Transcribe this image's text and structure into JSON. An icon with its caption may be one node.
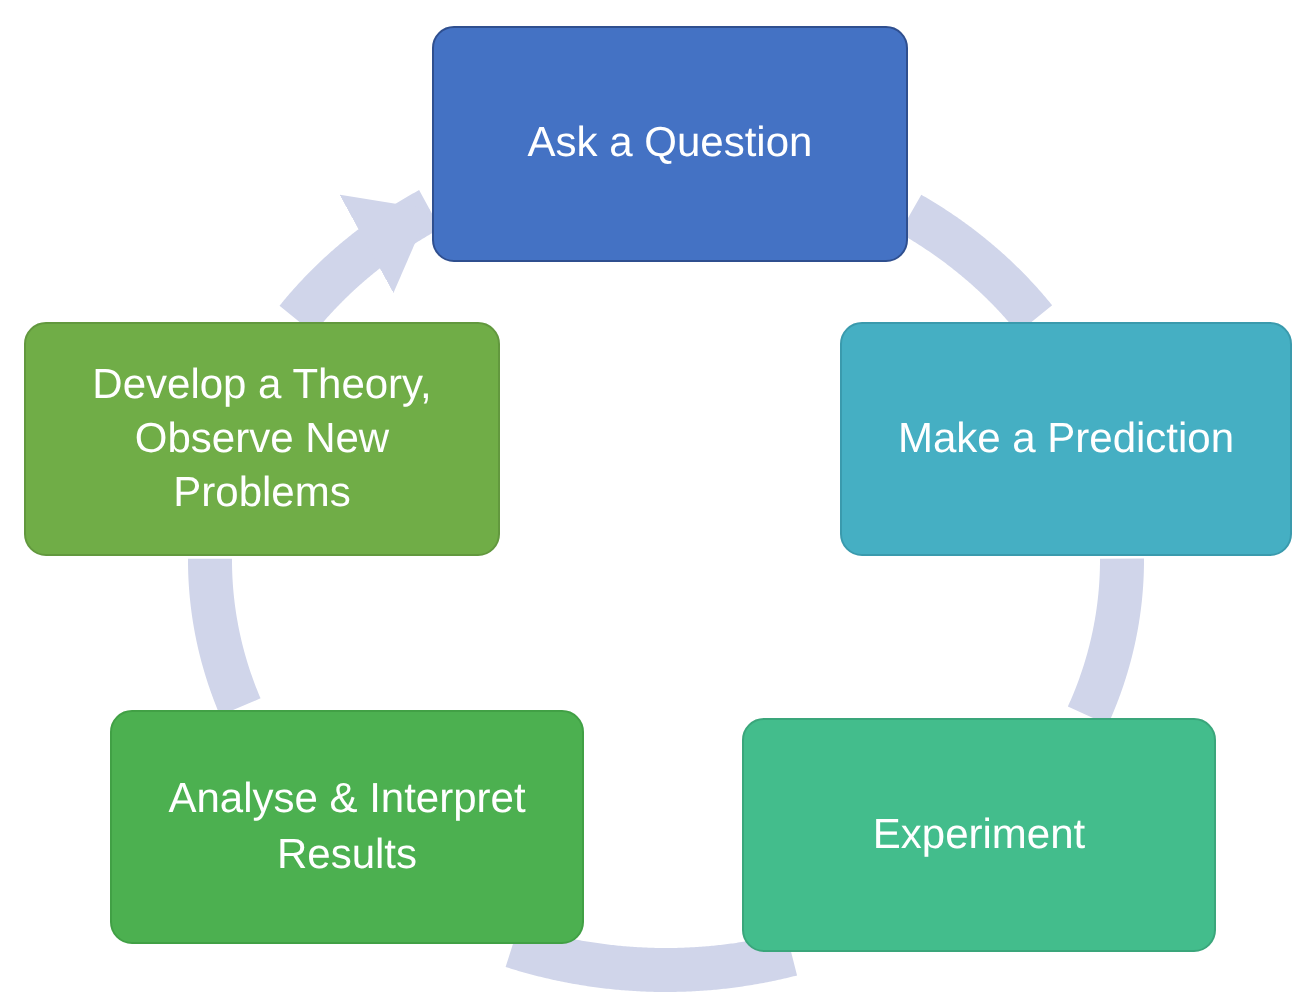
{
  "diagram": {
    "nodes": [
      {
        "text": [
          "Ask a Question"
        ]
      },
      {
        "text": [
          "Make a Prediction"
        ]
      },
      {
        "text": [
          "Experiment"
        ]
      },
      {
        "text": [
          "Analyse & Interpret Results"
        ]
      },
      {
        "text": [
          "Develop a Theory, Observe New Problems"
        ]
      }
    ],
    "edges": [
      {
        "from": 0,
        "to": 1,
        "arrow": "none"
      },
      {
        "from": 1,
        "to": 2,
        "arrow": "none"
      },
      {
        "from": 2,
        "to": 3,
        "arrow": "none"
      },
      {
        "from": 3,
        "to": 4,
        "arrow": "none"
      },
      {
        "from": 4,
        "to": 0,
        "arrow": "to"
      }
    ]
  }
}
